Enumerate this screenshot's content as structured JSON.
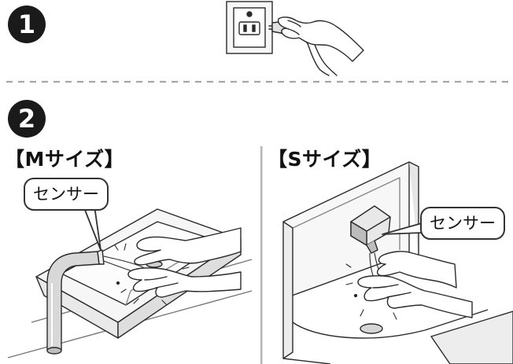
{
  "steps": [
    {
      "number": "1"
    },
    {
      "number": "2"
    }
  ],
  "sections": {
    "m": {
      "title": "【Mサイズ】",
      "sensor_label": "センサー"
    },
    "s": {
      "title": "【Sサイズ】",
      "sensor_label": "センサー"
    }
  },
  "colors": {
    "outline": "#2a2a2a",
    "divider": "#a6a6a6",
    "badge": "#1a1a1a",
    "fill_light": "#f3f3f3",
    "fill_grey": "#d6d6d6"
  },
  "icons": [
    "power-outlet-icon",
    "power-plug-icon",
    "hand-icon",
    "faucet-icon",
    "sink-icon",
    "water-splash-icon"
  ]
}
